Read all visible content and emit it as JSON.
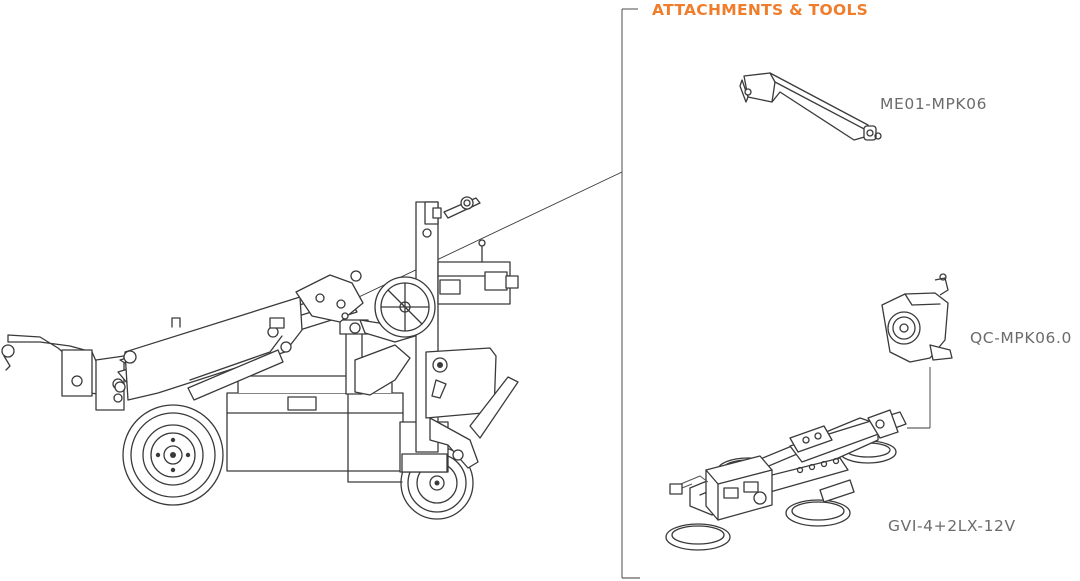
{
  "section": {
    "title": "ATTACHMENTS & TOOLS"
  },
  "colors": {
    "accent": "#ef7d2b",
    "line": "#3a3a3a",
    "label": "#6b6b6b"
  },
  "parts": [
    {
      "code": "ME01-MPK06",
      "icon": "boom-extension-arm"
    },
    {
      "code": "QC-MPK06.0",
      "icon": "quick-coupler"
    },
    {
      "code": "GVI-4+2LX-12V",
      "icon": "vacuum-lifter"
    }
  ],
  "machine": {
    "icon": "mini-crane"
  }
}
